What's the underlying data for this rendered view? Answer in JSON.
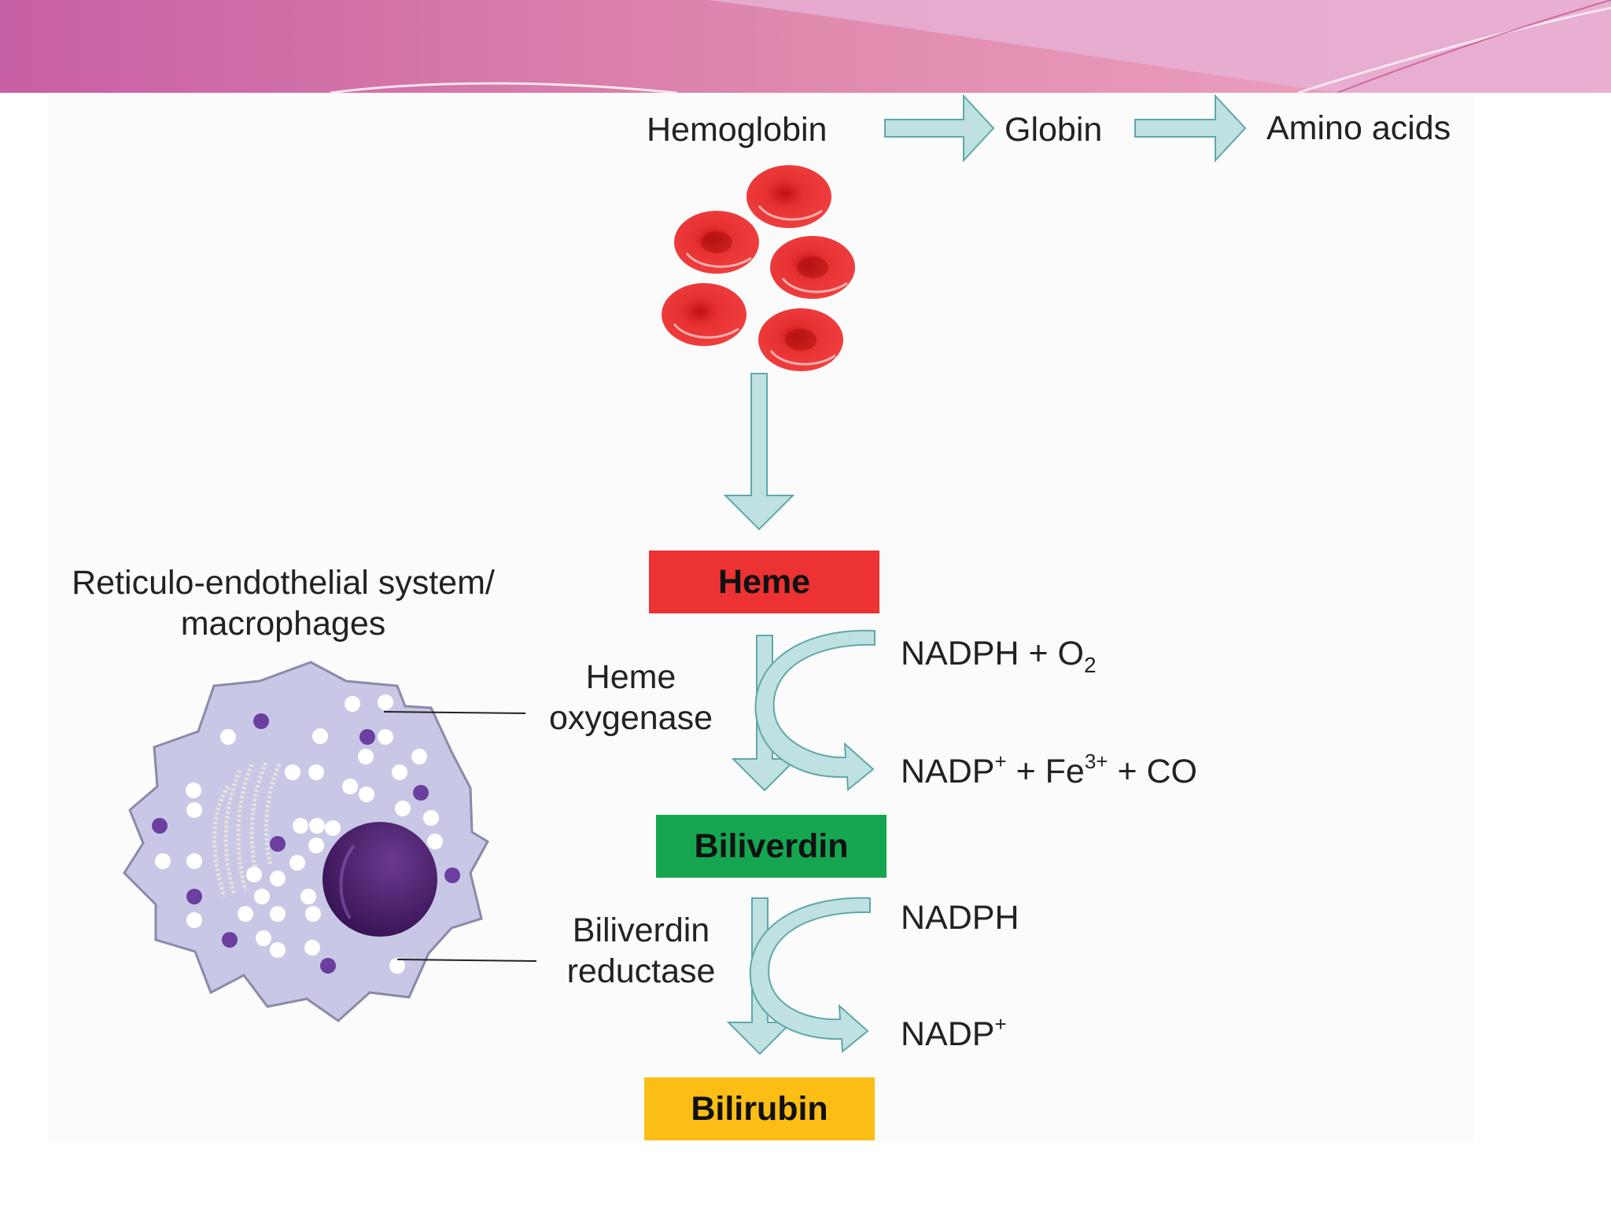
{
  "labels": {
    "hemoglobin": "Hemoglobin",
    "globin": "Globin",
    "amino_acids": "Amino acids",
    "res_line1": "Reticulo-endothelial system/",
    "res_line2": "macrophages",
    "heme_oxygenase_line1": "Heme",
    "heme_oxygenase_line2": "oxygenase",
    "biliverdin_reductase_line1": "Biliverdin",
    "biliverdin_reductase_line2": "reductase"
  },
  "boxes": {
    "heme": {
      "label": "Heme",
      "color": "#ec3232"
    },
    "biliverdin": {
      "label": "Biliverdin",
      "color": "#16a651"
    },
    "bilirubin": {
      "label": "Bilirubin",
      "color": "#fcbd15"
    }
  },
  "reaction1": {
    "input": {
      "main": "NADPH + O",
      "sub": "2"
    },
    "output": {
      "part1": "NADP",
      "sup1": "+",
      "part2": " + Fe",
      "sup2": "3+",
      "part3": " + CO"
    }
  },
  "reaction2": {
    "input": "NADPH",
    "output": {
      "main": "NADP",
      "sup": "+"
    }
  },
  "colors": {
    "arrow_fill": "#bfe1e1",
    "arrow_stroke": "#5fa8a8",
    "rbc": "#e02424",
    "cell_body": "#c8c8e6",
    "nucleus": "#3f1a63",
    "granule": "#6a3fa0",
    "header_gradient_start": "#cc6aa6",
    "header_gradient_end": "#f0a0c0"
  }
}
